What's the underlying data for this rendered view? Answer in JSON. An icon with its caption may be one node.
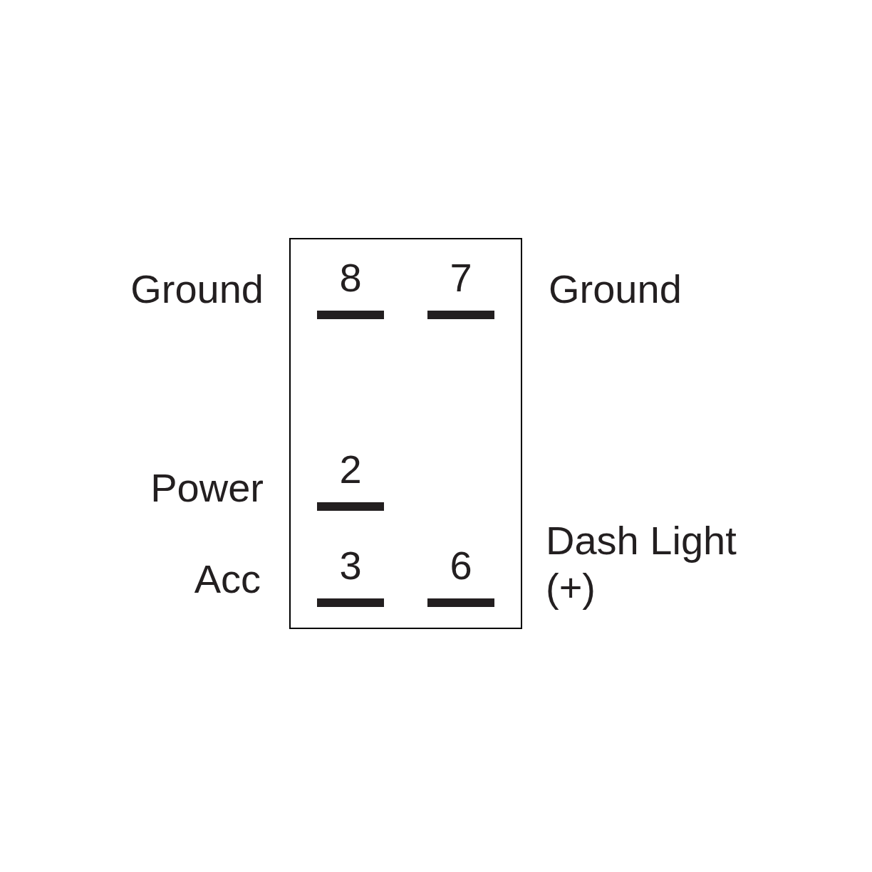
{
  "diagram": {
    "nodes": [
      {
        "text": [],
        "shape": "box"
      },
      {
        "text": [
          "8"
        ],
        "in": 0
      },
      {
        "text": [
          "7"
        ],
        "in": 0
      },
      {
        "text": [
          "2"
        ],
        "in": 0
      },
      {
        "text": [
          "3"
        ],
        "in": 0
      },
      {
        "text": [
          "6"
        ],
        "in": 0
      }
    ],
    "labels": [
      "Ground",
      "Ground",
      "Power",
      "Acc",
      "Dash Light (+)"
    ]
  }
}
